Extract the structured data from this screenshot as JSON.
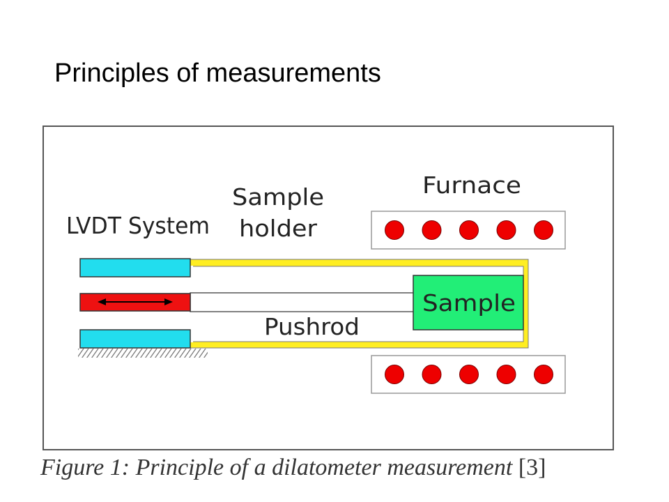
{
  "slide": {
    "title": "Principles of measurements"
  },
  "diagram": {
    "labels": {
      "lvdt": "LVDT System",
      "sample_holder_line1": "Sample",
      "sample_holder_line2": "holder",
      "furnace": "Furnace",
      "sample": "Sample",
      "pushrod": "Pushrod"
    },
    "colors": {
      "lvdt_coil": "#22ddee",
      "lvdt_core": "#ee1111",
      "holder": "#ffee22",
      "sample": "#22ee77",
      "heater": "#ee0000"
    },
    "furnace_heaters_per_row": 5
  },
  "caption": {
    "italic": "Figure 1: Principle of a dilatometer measurement",
    "ref": "[3]"
  }
}
